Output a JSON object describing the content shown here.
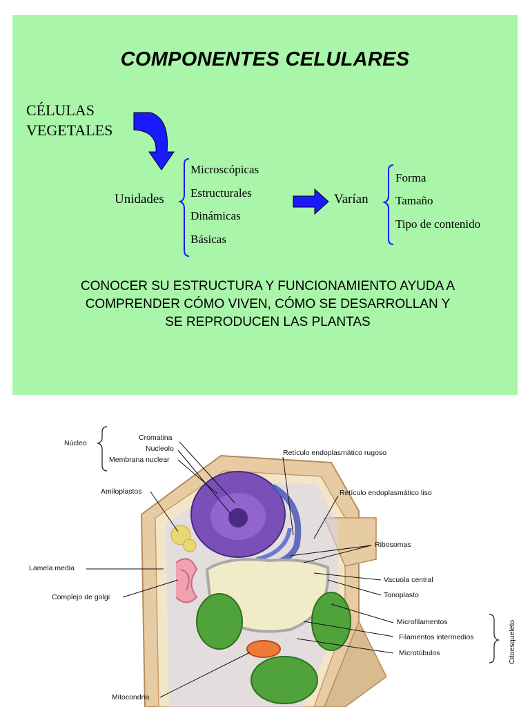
{
  "slide": {
    "title": "COMPONENTES CELULARES",
    "subject_line1": "CÉLULAS",
    "subject_line2": "VEGETALES",
    "units_label": "Unidades",
    "units_items": [
      "Microscópicas",
      "Estructurales",
      "Dinámicas",
      "Básicas"
    ],
    "vary_label": "Varían",
    "vary_items": [
      "Forma",
      "Tamaño",
      "Tipo de contenido"
    ],
    "paragraph_line1": "CONOCER SU ESTRUCTURA Y FUNCIONAMIENTO AYUDA A",
    "paragraph_line2": "COMPRENDER CÓMO VIVEN, CÓMO SE DESARROLLAN Y",
    "paragraph_line3": "SE REPRODUCEN LAS PLANTAS",
    "colors": {
      "background": "#a9f5a9",
      "arrow": "#1a1aff"
    }
  },
  "diagram": {
    "nucleo_group": "Núcleo",
    "nucleo_parts": [
      "Cromatina",
      "Nucleolo",
      "Membrana nuclear"
    ],
    "left_labels": [
      "Amiloplastos",
      "Lamela media",
      "Complejo de golgi",
      "Mitocondria"
    ],
    "right_labels": [
      "Retículo endoplasmático rugoso",
      "Retículo endoplasmático liso",
      "Ribosomas",
      "Vacuola central",
      "Tonoplasto",
      "Microfilamentos",
      "Filamentos intermedios",
      "Microtúbulos"
    ],
    "cytoskeleton_group": "Citoesqueleto"
  }
}
